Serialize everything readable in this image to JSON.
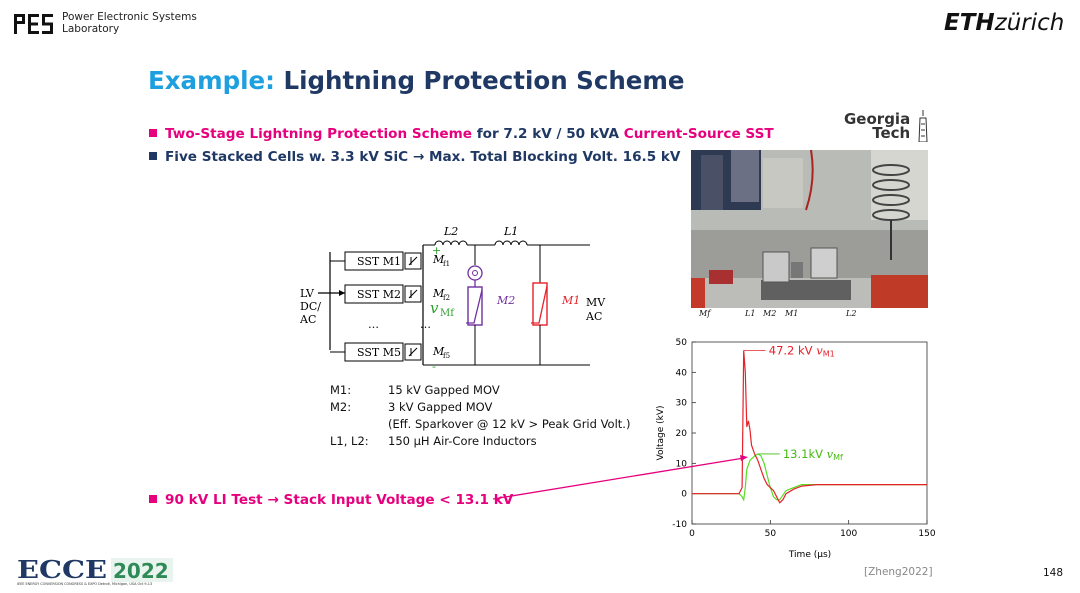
{
  "header": {
    "lab_line1": "Power Electronic Systems",
    "lab_line2": "Laboratory",
    "eth_bold": "ETH",
    "eth_rest": "zürich"
  },
  "title": {
    "prefix": "Example:",
    "main": "Lightning Protection Scheme"
  },
  "bullets": {
    "b1_pink1": "Two-Stage Lightning Protection Scheme",
    "b1_mid": " for 7.2 kV / 50 kVA ",
    "b1_pink2": "Current-Source SST",
    "b2": "Five Stacked Cells w. 3.3 kV SiC → Max. Total Blocking Volt. 16.5 kV",
    "b3": "90 kV LI Test → Stack Input Voltage < 13.1 kV"
  },
  "schematic": {
    "cells": [
      "SST M1",
      "SST M2",
      "SST M5"
    ],
    "ellipsis": "…",
    "lv_label": [
      "LV",
      "DC/",
      "AC"
    ],
    "mv_label": [
      "MV",
      "AC"
    ],
    "mf_labels": [
      "M",
      "f1",
      "f2",
      "f5"
    ],
    "inductors": [
      "L2",
      "L1"
    ],
    "movs": [
      "M2",
      "M1"
    ],
    "vmf": "v",
    "vmf_sub": "Mf",
    "plus": "+",
    "minus": "-"
  },
  "component_legend": [
    {
      "key": "M1:",
      "val": "15 kV Gapped MOV"
    },
    {
      "key": "M2:",
      "val": "3 kV Gapped MOV"
    },
    {
      "key": "",
      "val": "(Eff. Sparkover @ 12 kV > Peak Grid Volt.)"
    },
    {
      "key": "L1, L2:",
      "val": "150 µH Air-Core Inductors"
    }
  ],
  "georgia_tech": [
    "Georgia",
    "Tech"
  ],
  "photo_labels": [
    "Mf",
    "L1",
    "M2",
    "M1",
    "L2"
  ],
  "chart_data": {
    "type": "line",
    "xlabel": "Time (µs)",
    "ylabel": "Voltage (kV)",
    "xlim": [
      0,
      150
    ],
    "ylim": [
      -10,
      50
    ],
    "xticks": [
      0,
      50,
      100,
      150
    ],
    "yticks": [
      -10,
      0,
      10,
      20,
      30,
      40,
      50
    ],
    "series": [
      {
        "color": "#e8202a",
        "x": [
          0,
          30,
          32,
          33,
          34,
          35,
          36,
          37,
          38,
          40,
          42,
          44,
          46,
          48,
          50,
          52,
          54,
          56,
          58,
          60,
          65,
          70,
          80,
          100,
          120,
          150
        ],
        "y": [
          0,
          0,
          2,
          47.2,
          40,
          22,
          24,
          21,
          16,
          13,
          11,
          8,
          5,
          3,
          2,
          1,
          -1,
          -3,
          -2,
          0,
          1.5,
          2.5,
          3,
          3,
          3,
          3
        ]
      },
      {
        "color": "#55dd22",
        "x": [
          0,
          30,
          32,
          33,
          34,
          35,
          37,
          40,
          42,
          44,
          46,
          48,
          50,
          52,
          54,
          56,
          58,
          60,
          65,
          70,
          80,
          100,
          120,
          150
        ],
        "y": [
          0,
          0,
          -1,
          -2,
          2,
          8,
          11,
          12.5,
          13.1,
          12.5,
          10,
          6,
          2,
          -1,
          -2,
          -2,
          -0.5,
          1,
          2,
          3,
          3,
          3,
          3,
          3
        ]
      }
    ],
    "annotations": [
      {
        "text": "47.2 kV",
        "sym": "v",
        "sub": "M1",
        "color": "#e8202a"
      },
      {
        "text": "13.1kV",
        "sym": "v",
        "sub": "Mf",
        "color": "#44bb11"
      }
    ]
  },
  "footer": {
    "reference": "[Zheng2022]",
    "page": "148",
    "ecce": "ECCE 2022"
  },
  "colors": {
    "navy": "#1f3864",
    "cyan": "#1ea0e0",
    "pink": "#e6007e",
    "red": "#e8202a",
    "green": "#44bb11",
    "purple": "#7030a0"
  }
}
